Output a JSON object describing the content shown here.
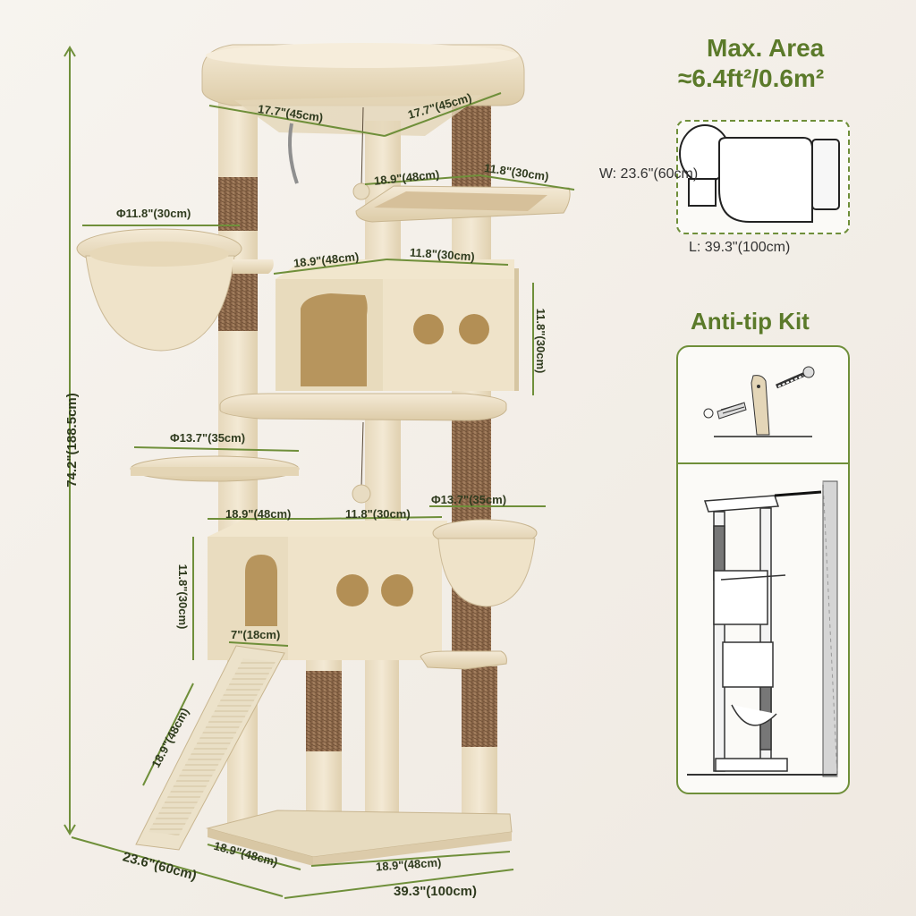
{
  "colors": {
    "accent_green": "#5b7a2a",
    "dim_line": "#6f8f3a",
    "plush": "#eee2c9",
    "plush_shadow": "#d9c9a7",
    "sisal": "#9a7353",
    "background": "#f4f0ea"
  },
  "dims": {
    "height": "74.2\"(188.5cm)",
    "depth": "23.6\"(60cm)",
    "width": "39.3\"(100cm)",
    "top_left": "17.7\"(45cm)",
    "top_right": "17.7\"(45cm)",
    "platform_depth": "18.9\"(48cm)",
    "platform_width": "11.8\"(30cm)",
    "basket_top": "Φ11.8\"(30cm)",
    "condo1_depth": "18.9\"(48cm)",
    "condo1_width": "11.8\"(30cm)",
    "condo1_height": "11.8\"(30cm)",
    "round_platform": "Φ13.7\"(35cm)",
    "condo2_depth": "18.9\"(48cm)",
    "condo2_width": "11.8\"(30cm)",
    "basket_bottom": "Φ13.7\"(35cm)",
    "condo2_height": "11.8\"(30cm)",
    "ramp_width": "7\"(18cm)",
    "ramp_length": "18.9\"(48cm)",
    "base_left": "18.9\"(48cm)",
    "base_right": "18.9\"(48cm)"
  },
  "max_area": {
    "title": "Max. Area",
    "value": "≈6.4ft²/0.6m²",
    "width_label": "W: 23.6\"(60cm)",
    "length_label": "L: 39.3\"(100cm)"
  },
  "anti_tip": {
    "title": "Anti-tip Kit"
  },
  "icons": [
    "screw-icon",
    "anchor-icon",
    "bracket-icon",
    "wall-icon"
  ]
}
